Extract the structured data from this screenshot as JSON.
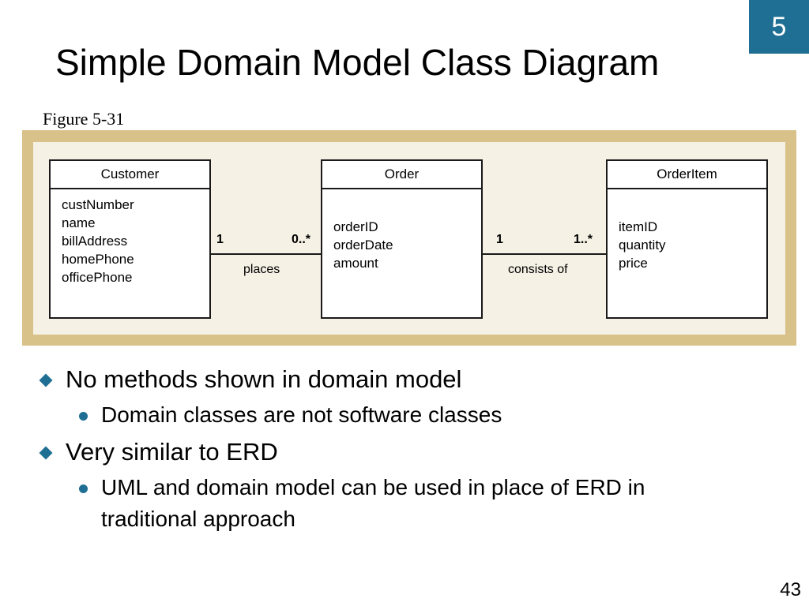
{
  "slide": {
    "chapter_number": "5",
    "title": "Simple Domain Model Class Diagram",
    "figure_label": "Figure 5-31",
    "page_number": "43"
  },
  "diagram": {
    "classes": [
      {
        "name": "Customer",
        "attributes": [
          "custNumber",
          "name",
          "billAddress",
          "homePhone",
          "officePhone"
        ]
      },
      {
        "name": "Order",
        "attributes": [
          "orderID",
          "orderDate",
          "amount"
        ]
      },
      {
        "name": "OrderItem",
        "attributes": [
          "itemID",
          "quantity",
          "price"
        ]
      }
    ],
    "associations": [
      {
        "label": "places",
        "from_multiplicity": "1",
        "to_multiplicity": "0..*"
      },
      {
        "label": "consists of",
        "from_multiplicity": "1",
        "to_multiplicity": "1..*"
      }
    ]
  },
  "bullets": [
    {
      "text": "No methods shown in domain model",
      "sub": [
        "Domain classes are not software classes"
      ]
    },
    {
      "text": "Very similar to ERD",
      "sub": [
        "UML and domain model can be used in place of ERD in traditional approach"
      ]
    }
  ],
  "colors": {
    "accent": "#1f6f94",
    "figure_border": "#d9c18a",
    "figure_background": "#f6f1e5"
  }
}
